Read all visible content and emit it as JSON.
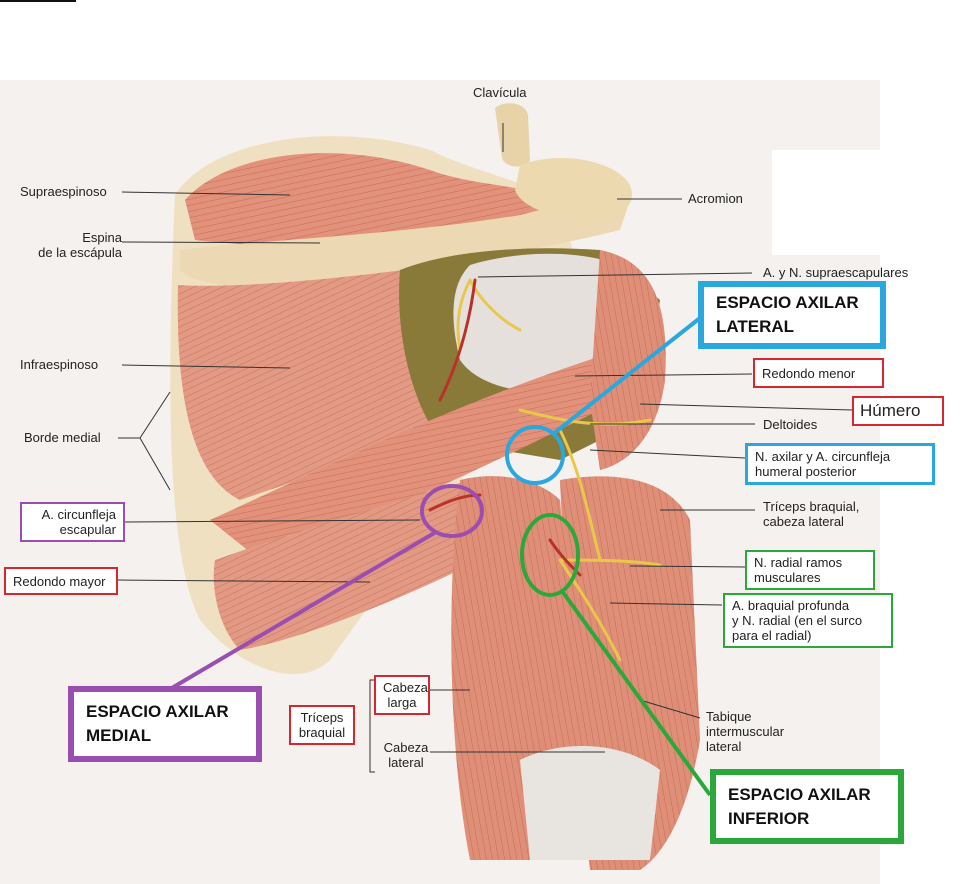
{
  "labels": {
    "clavicula": "Clavícula",
    "supraespinoso": "Supraespinoso",
    "acromion": "Acromion",
    "espina_l1": "Espina",
    "espina_l2": "de la escápula",
    "supraescapulares": "A. y N. supraescapulares",
    "infraespinoso": "Infraespinoso",
    "borde_medial": "Borde medial",
    "deltoides": "Deltoides",
    "triceps_lateral_l1": "Tríceps braquial,",
    "triceps_lateral_l2": "cabeza lateral",
    "tabique_l1": "Tabique",
    "tabique_l2": "intermuscular",
    "tabique_l3": "lateral"
  },
  "boxed_labels": {
    "circunfleja_escapular_l1": "A. circunfleja",
    "circunfleja_escapular_l2": "escapular",
    "redondo_mayor": "Redondo mayor",
    "redondo_menor": "Redondo menor",
    "humero": "Húmero",
    "axilar_l1": "N. axilar y A. circunfleja",
    "axilar_l2": "humeral posterior",
    "radial_ramos_l1": "N. radial ramos",
    "radial_ramos_l2": "musculares",
    "braquial_profunda_l1": "A. braquial profunda",
    "braquial_profunda_l2": "y N. radial (en el surco",
    "braquial_profunda_l3": "para el radial)",
    "cabeza_larga_l1": "Cabeza",
    "cabeza_larga_l2": "larga",
    "triceps_l1": "Tríceps",
    "triceps_l2": "braquial",
    "cabeza_lateral_l1": "Cabeza",
    "cabeza_lateral_l2": "lateral"
  },
  "spaces": {
    "lateral_l1": "ESPACIO AXILAR",
    "lateral_l2": "LATERAL",
    "medial_l1": "ESPACIO AXILAR",
    "medial_l2": "MEDIAL",
    "inferior_l1": "ESPACIO AXILAR",
    "inferior_l2": "INFERIOR"
  },
  "colors": {
    "lateral": "#2aa7df",
    "medial": "#9a4fb0",
    "inferior": "#2aa83a",
    "muscle_box": "#d62730"
  }
}
